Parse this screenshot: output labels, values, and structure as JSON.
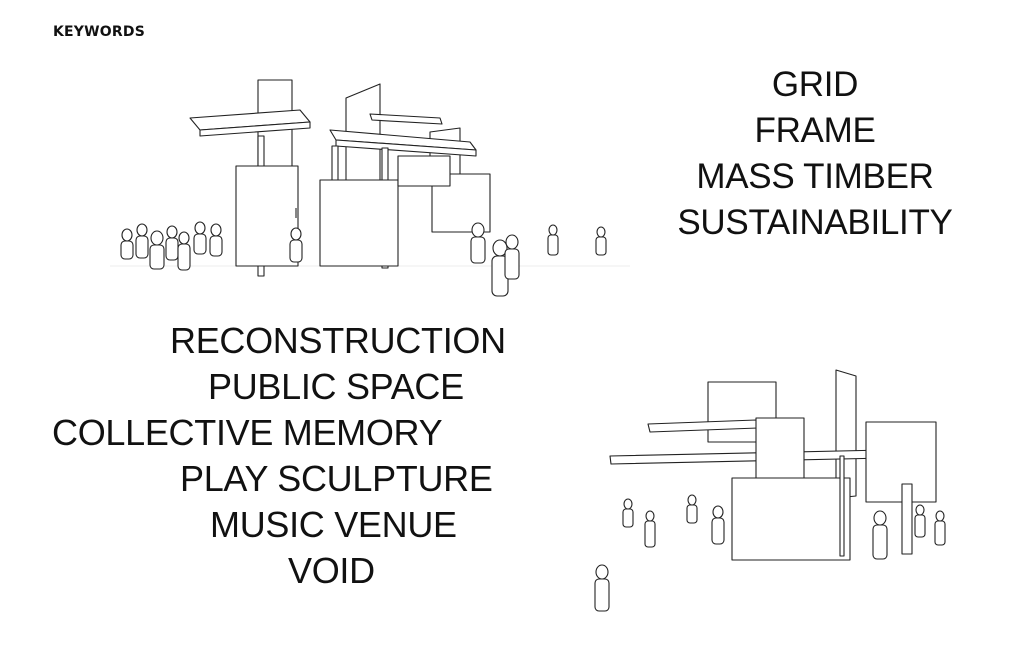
{
  "header": {
    "title": "KEYWORDS"
  },
  "keywords_right": [
    "GRID",
    "FRAME",
    "MASS TIMBER",
    "SUSTAINABILITY"
  ],
  "keywords_left": [
    "RECONSTRUCTION",
    "PUBLIC SPACE",
    "COLLECTIVE MEMORY",
    "PLAY SCULPTURE",
    "MUSIC VENUE",
    "VOID"
  ],
  "colors": {
    "ink": "#111111",
    "paper": "#ffffff"
  }
}
